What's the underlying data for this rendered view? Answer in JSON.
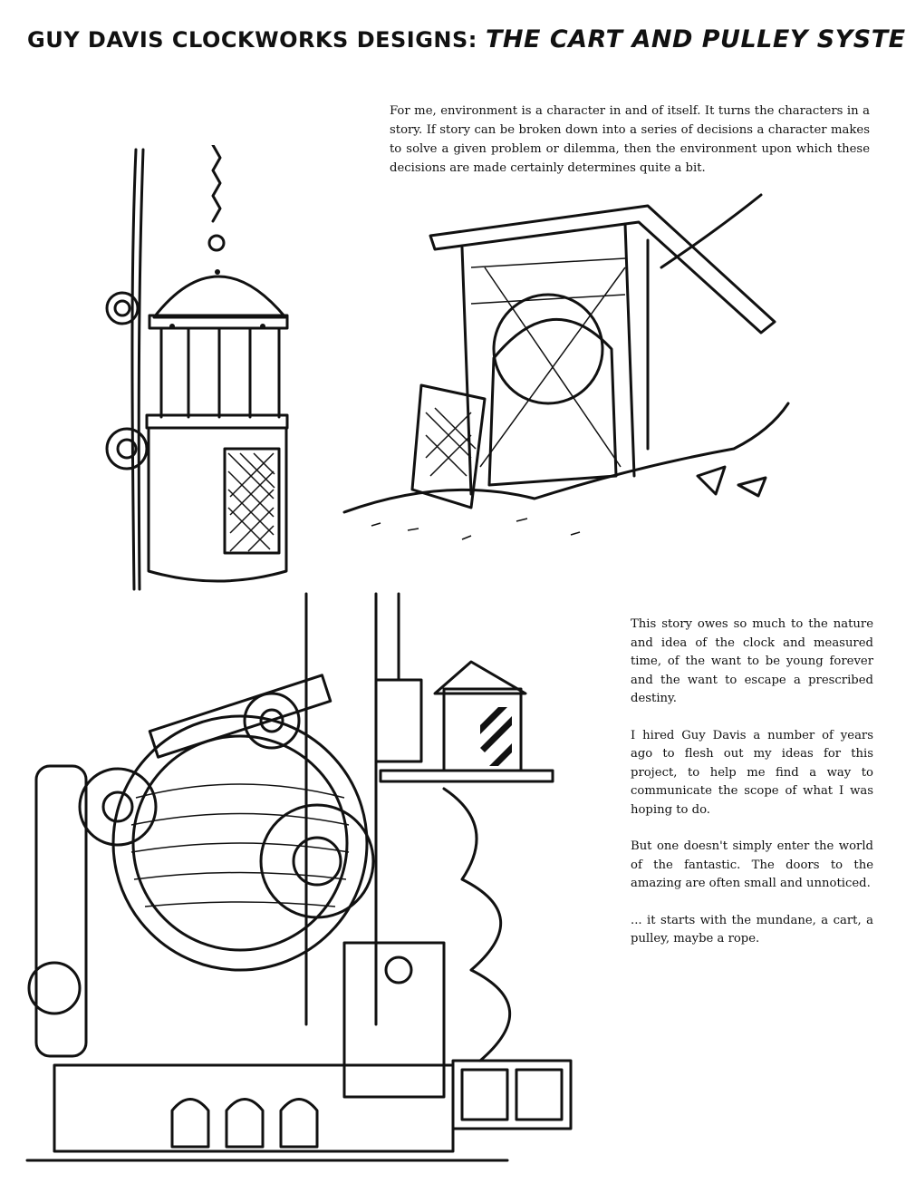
{
  "header": {
    "lead": "Guy Davis Clockworks Designs:",
    "main": "The Cart and Pulley System"
  },
  "intro": "For me, environment is a character in and of itself. It turns the characters in a story. If story can be broken down into a series of decisions a character makes to solve a given problem or dilemma, then the environment upon which these decisions are made certainly determines quite a bit.",
  "side_paragraphs": [
    "This story owes so much to the nature and idea of the clock and measured time, of the want to be young forever and the want to escape a prescribed destiny.",
    "I hired Guy Davis a number of years ago to flesh out my ideas for this project, to help me find a way to communicate the scope of what I was hoping to do.",
    "But one doesn't simply enter the world of the fantastic. The doors to the amazing are often small and unnoticed.",
    "... it starts with the mundane, a cart, a pulley, maybe a rope."
  ]
}
